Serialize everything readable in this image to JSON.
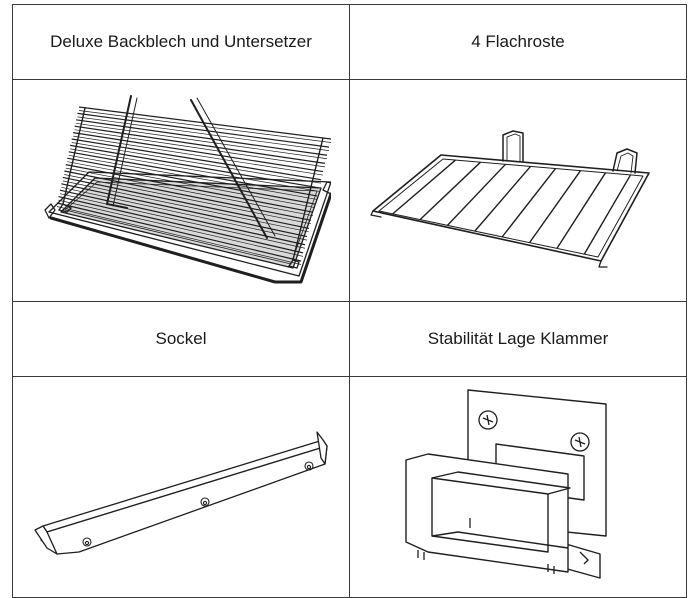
{
  "accessories": {
    "rows": [
      {
        "left": {
          "label": "Deluxe Backblech und Untersetzer",
          "icon": "baking-tray-with-rack-icon"
        },
        "right": {
          "label": "4 Flachroste",
          "icon": "flat-wire-rack-icon"
        }
      },
      {
        "left": {
          "label": "Sockel",
          "icon": "plinth-bracket-icon"
        },
        "right": {
          "label": "Stabilität Lage Klammer",
          "icon": "stability-clamp-icon"
        }
      }
    ]
  },
  "colors": {
    "line": "#1f1f1f",
    "tray_fill": "#d9d9d9",
    "border": "#3a3a3a"
  }
}
